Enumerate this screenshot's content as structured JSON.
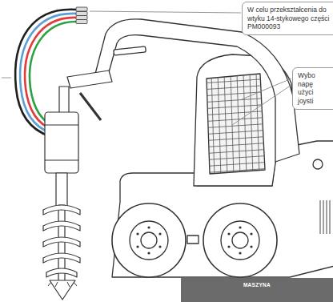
{
  "diagram": {
    "nodes": [
      {
        "text": [
          "W celu przekształcenia do wtyku 14-stykowego części PM000093"
        ]
      },
      {
        "text": [
          "Wybo napę użyci joysti"
        ]
      },
      {
        "text": [
          "MASZYNA"
        ]
      }
    ],
    "edges": []
  }
}
